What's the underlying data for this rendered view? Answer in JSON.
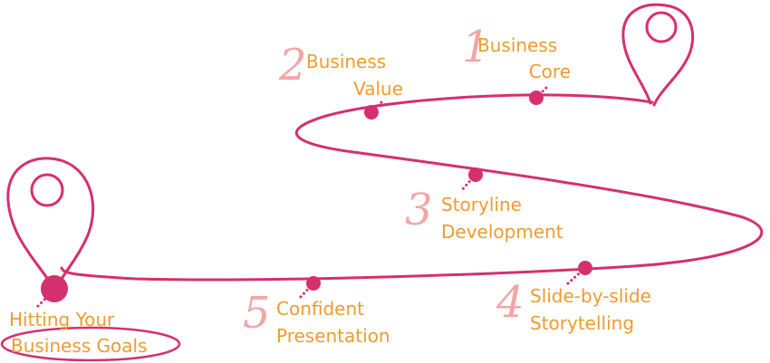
{
  "colors": {
    "path": "#d4306f",
    "label": "#ef9b2f",
    "step_number": "#f2a6a6"
  },
  "steps": [
    {
      "number": "1",
      "line1": "Business",
      "line2": "Core"
    },
    {
      "number": "2",
      "line1": "Business",
      "line2": "Value"
    },
    {
      "number": "3",
      "line1": "Storyline",
      "line2": "Development"
    },
    {
      "number": "4",
      "line1": "Slide-by-slide",
      "line2": "Storytelling"
    },
    {
      "number": "5",
      "line1": "Confident",
      "line2": "Presentation"
    }
  ],
  "goal": {
    "line1": "Hitting Your",
    "line2": "Business Goals"
  },
  "icons": [
    "start-map-pin-icon",
    "goal-map-pin-icon"
  ]
}
